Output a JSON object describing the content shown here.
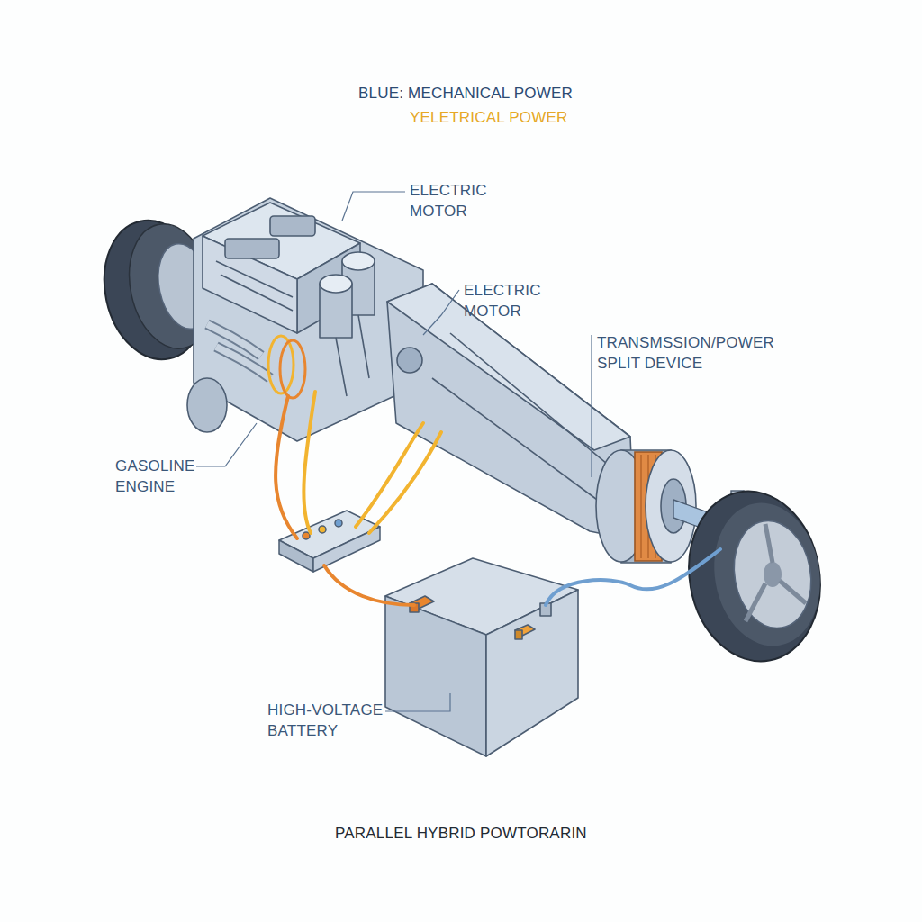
{
  "diagram": {
    "caption": "PARALLEL HYBRID POWTORARIN",
    "labels": [
      "BLUE: MECHANICAL POWER",
      "YELETRICAL POWER",
      "ELECTRIC MOTOR",
      "ELECTRIC MOTOR",
      "TRANSMSSION/POWER SPLIT DEVICE",
      "GASOLINE ENGINE",
      "HIGH-VOLTAGE BATTERY"
    ]
  }
}
